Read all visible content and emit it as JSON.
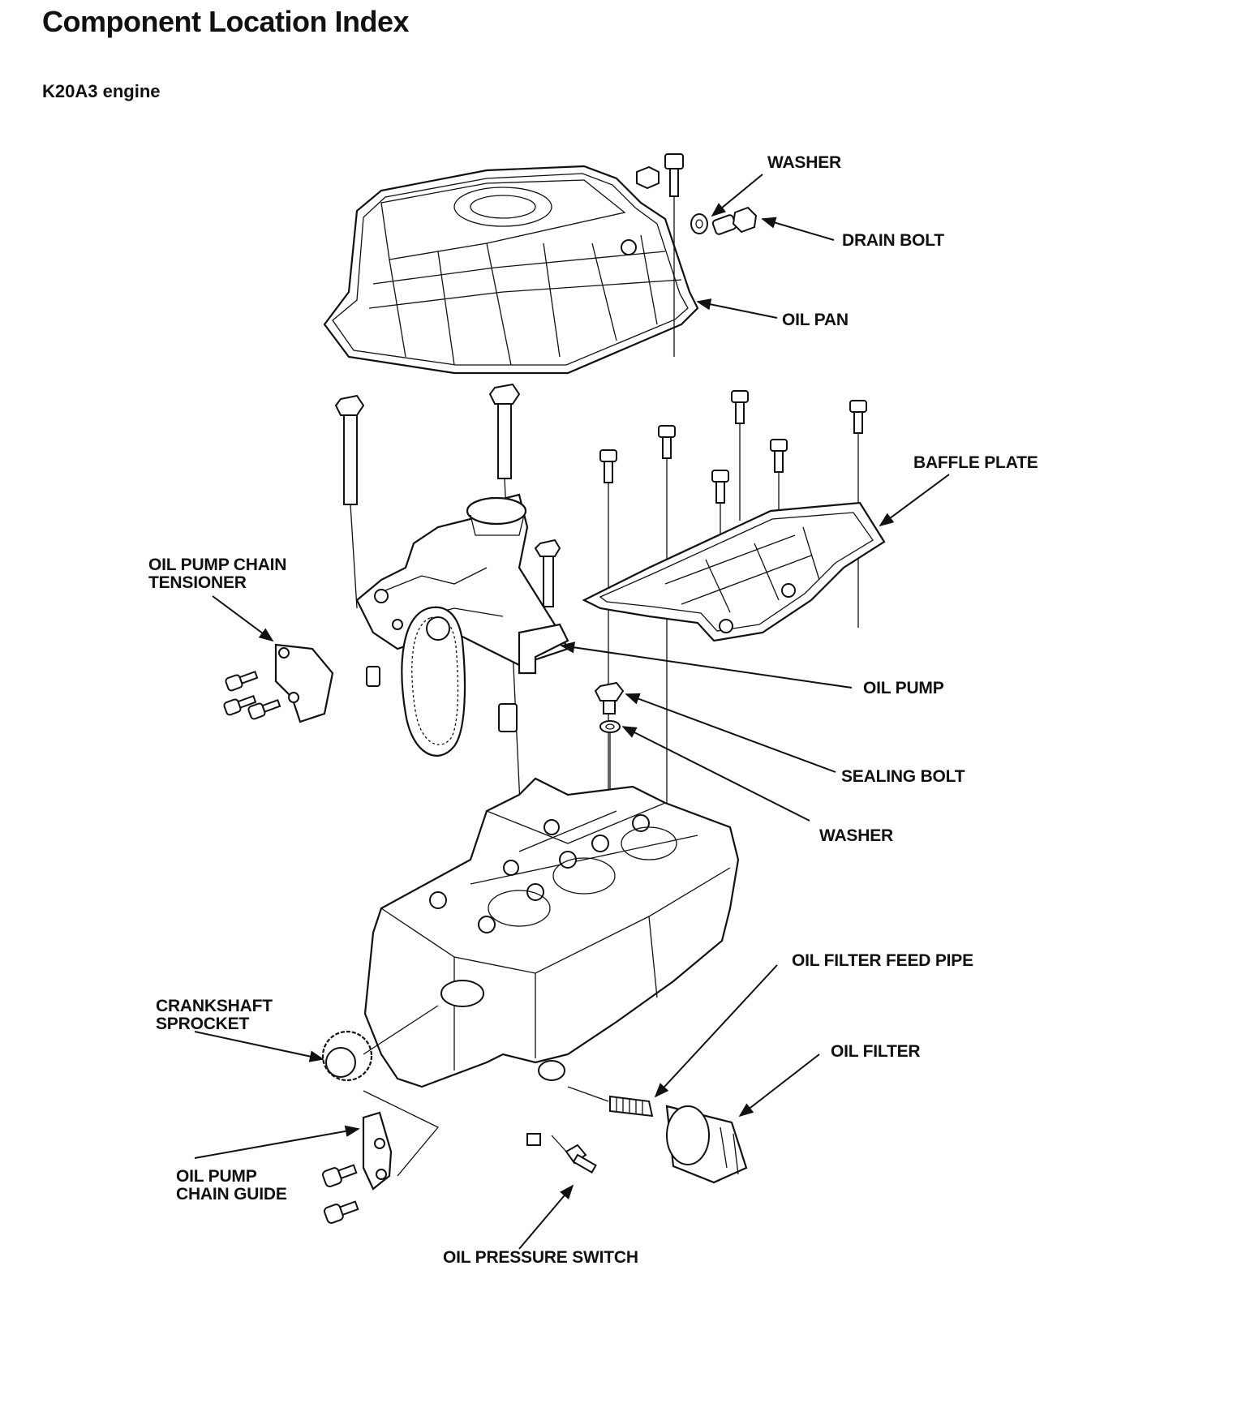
{
  "header": {
    "title": "Component Location Index",
    "subtitle": "K20A3 engine"
  },
  "labels": {
    "washer_top": "WASHER",
    "drain_bolt": "DRAIN BOLT",
    "oil_pan": "OIL PAN",
    "baffle_plate": "BAFFLE PLATE",
    "oil_pump_chain_tensioner_1": "OIL PUMP CHAIN",
    "oil_pump_chain_tensioner_2": "TENSIONER",
    "oil_pump": "OIL PUMP",
    "sealing_bolt": "SEALING BOLT",
    "washer_mid": "WASHER",
    "oil_filter_feed_pipe": "OIL FILTER FEED PIPE",
    "oil_filter": "OIL FILTER",
    "crankshaft_sprocket_1": "CRANKSHAFT",
    "crankshaft_sprocket_2": "SPROCKET",
    "oil_pump_chain_guide_1": "OIL PUMP",
    "oil_pump_chain_guide_2": "CHAIN GUIDE",
    "oil_pressure_switch": "OIL PRESSURE SWITCH"
  }
}
